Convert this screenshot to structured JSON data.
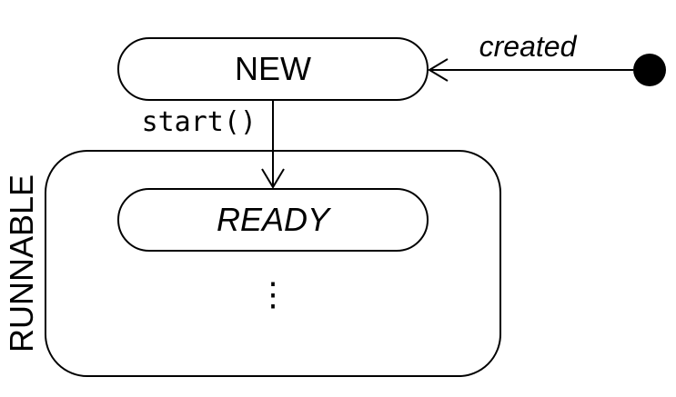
{
  "states": {
    "new": {
      "label": "NEW"
    },
    "ready": {
      "label": "READY"
    },
    "runnable": {
      "label": "RUNNABLE"
    },
    "more": {
      "label": "⋮"
    }
  },
  "transitions": {
    "created": {
      "label": "created"
    },
    "start": {
      "label": "start()"
    }
  },
  "colors": {
    "stroke": "#000000",
    "fill": "#ffffff"
  }
}
